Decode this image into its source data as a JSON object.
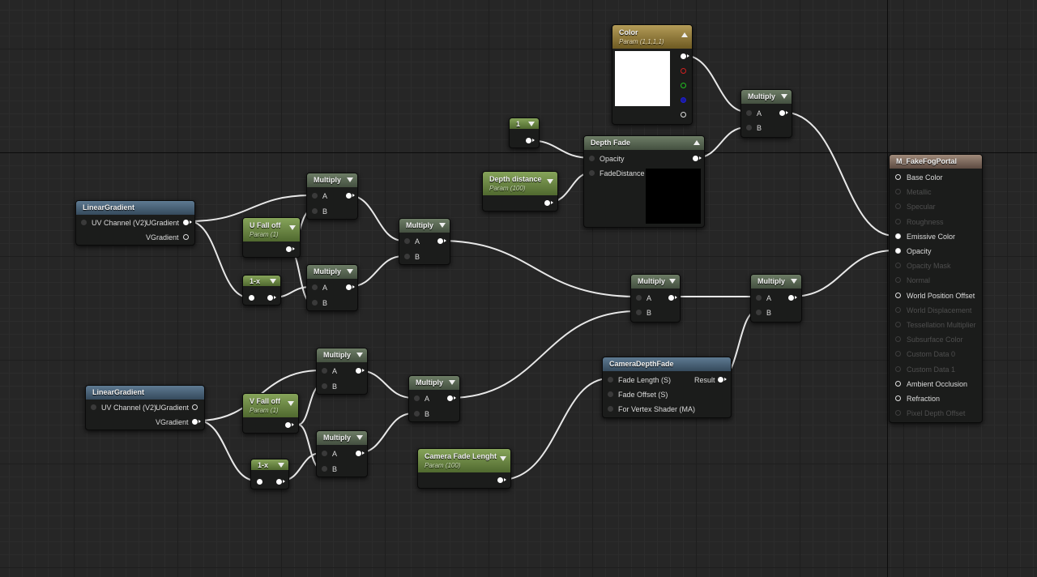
{
  "nodes": {
    "color": {
      "title": "Color",
      "subtitle": "Param (1,1,1,1)"
    },
    "const1": {
      "title": "1"
    },
    "depth_distance": {
      "title": "Depth distance",
      "subtitle": "Param (100)"
    },
    "depth_fade": {
      "title": "Depth Fade",
      "pins": [
        "Opacity",
        "FadeDistance"
      ]
    },
    "multiply_color": {
      "title": "Multiply",
      "a": "A",
      "b": "B"
    },
    "lg1": {
      "title": "LinearGradient",
      "pin_uv": "UV Channel (V2)",
      "out_u": "UGradient",
      "out_v": "VGradient"
    },
    "lg2": {
      "title": "LinearGradient",
      "pin_uv": "UV Channel (V2)",
      "out_u": "UGradient",
      "out_v": "VGradient"
    },
    "u_falloff": {
      "title": "U Fall off",
      "subtitle": "Param (1)"
    },
    "v_falloff": {
      "title": "V Fall off",
      "subtitle": "Param (1)"
    },
    "one_minus_u": {
      "title": "1-x"
    },
    "one_minus_v": {
      "title": "1-x"
    },
    "mul_u1": {
      "title": "Multiply",
      "a": "A",
      "b": "B"
    },
    "mul_u2": {
      "title": "Multiply",
      "a": "A",
      "b": "B"
    },
    "mul_u3": {
      "title": "Multiply",
      "a": "A",
      "b": "B"
    },
    "mul_v1": {
      "title": "Multiply",
      "a": "A",
      "b": "B"
    },
    "mul_v2": {
      "title": "Multiply",
      "a": "A",
      "b": "B"
    },
    "mul_v3": {
      "title": "Multiply",
      "a": "A",
      "b": "B"
    },
    "mul_uv": {
      "title": "Multiply",
      "a": "A",
      "b": "B"
    },
    "mul_final": {
      "title": "Multiply",
      "a": "A",
      "b": "B"
    },
    "camera_depth_fade": {
      "title": "CameraDepthFade",
      "pins": [
        "Fade Length (S)",
        "Fade Offset (S)",
        "For Vertex Shader (MA)"
      ],
      "out": "Result"
    },
    "camera_fade_length": {
      "title": "Camera Fade Lenght",
      "subtitle": "Param (100)"
    },
    "material": {
      "title": "M_FakeFogPortal",
      "pins": [
        {
          "label": "Base Color",
          "active": true
        },
        {
          "label": "Metallic",
          "active": false
        },
        {
          "label": "Specular",
          "active": false
        },
        {
          "label": "Roughness",
          "active": false
        },
        {
          "label": "Emissive Color",
          "active": true
        },
        {
          "label": "Opacity",
          "active": true
        },
        {
          "label": "Opacity Mask",
          "active": false
        },
        {
          "label": "Normal",
          "active": false
        },
        {
          "label": "World Position Offset",
          "active": true
        },
        {
          "label": "World Displacement",
          "active": false
        },
        {
          "label": "Tessellation Multiplier",
          "active": false
        },
        {
          "label": "Subsurface Color",
          "active": false
        },
        {
          "label": "Custom Data 0",
          "active": false
        },
        {
          "label": "Custom Data 1",
          "active": false
        },
        {
          "label": "Ambient Occlusion",
          "active": true
        },
        {
          "label": "Refraction",
          "active": true
        },
        {
          "label": "Pixel Depth Offset",
          "active": false
        }
      ]
    }
  },
  "colors": {
    "param_header": "#6a8a3e",
    "gradient_header": "#4a6a85",
    "op_header": "#5a6a52",
    "canvas": "#262626"
  }
}
